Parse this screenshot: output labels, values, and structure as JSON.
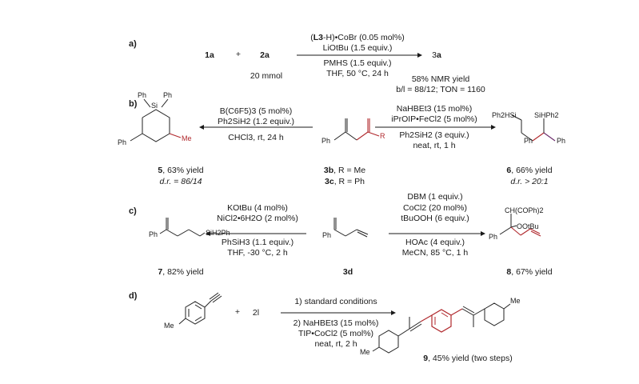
{
  "panels": {
    "a": {
      "label": "a)",
      "reactant1": "1a",
      "plus": "+",
      "reactant2": "2a",
      "reactant2_amount": "20 mmol",
      "cond1_pre": "(",
      "cond1_bold": "L3",
      "cond1_post": "-H)•CoBr (0.05 mol%)",
      "cond2": "LiOtBu (1.5 equiv.)",
      "cond3": "PMHS (1.5 equiv.)",
      "cond4": "THF, 50 °C, 24 h",
      "product_pre": "3",
      "product_bold": "a",
      "yield": "58% NMR yield",
      "selectivity": "b/l = 88/12; TON = 1160"
    },
    "b": {
      "label": "b)",
      "left_cond1": "B(C6F5)3 (5 mol%)",
      "left_cond2": "Ph2SiH2 (1.2 equiv.)",
      "left_cond3": "CHCl3, rt, 24 h",
      "left_product": "5",
      "left_yield": ", 63% yield",
      "left_dr": "d.r. = 86/14",
      "center_3b": "3b",
      "center_3b_text": ", R = Me",
      "center_3c": "3c",
      "center_3c_text": ", R = Ph",
      "right_cond1": "NaHBEt3 (15 mol%)",
      "right_cond2": "iPrOIP•FeCl2 (5 mol%)",
      "right_cond3": "Ph2SiH2 (3 equiv.)",
      "right_cond4": "neat, rt, 1 h",
      "right_product": "6",
      "right_yield": ", 66% yield",
      "right_dr": "d.r. > 20:1",
      "atom_ph1": "Ph",
      "atom_ph2": "Ph",
      "atom_si": "Si",
      "atom_ph3": "Ph",
      "atom_me": "Me",
      "atom_ph_center": "Ph",
      "atom_r": "R",
      "atom_ph2hsi": "Ph2HSi",
      "atom_sihph2": "SiHPh2",
      "atom_ph_r1": "Ph",
      "atom_ph_r2": "Ph"
    },
    "c": {
      "label": "c)",
      "left_cond1": "KOtBu (4 mol%)",
      "left_cond2": "NiCl2•6H2O (2 mol%)",
      "left_cond3": "PhSiH3 (1.1 equiv.)",
      "left_cond4": "THF, -30 °C, 2 h",
      "left_product": "7",
      "left_yield": ", 82% yield",
      "center": "3d",
      "right_cond1": "DBM (1 equiv.)",
      "right_cond2": "CoCl2 (20 mol%)",
      "right_cond3": "tBuOOH (6 equiv.)",
      "right_cond4": "HOAc (4 equiv.)",
      "right_cond5": "MeCN, 85 °C, 1 h",
      "right_product": "8",
      "right_yield": ", 67% yield",
      "atom_ph_left": "Ph",
      "atom_sih2ph": "SiH2Ph",
      "atom_ph_center": "Ph",
      "atom_ch": "CH(COPh)2",
      "atom_ootbu": "OOtBu",
      "atom_ph_right": "Ph"
    },
    "d": {
      "label": "d)",
      "plus": "+",
      "reagent": "2l",
      "step1": "1) standard conditions",
      "step2": "2) NaHBEt3 (15 mol%)",
      "step3": "TIP•CoCl2 (5 mol%)",
      "step4": "neat, rt, 2 h",
      "product": "9",
      "yield": ", 45% yield (two steps)",
      "atom_me_left": "Me",
      "atom_me_p1": "Me",
      "atom_me_p2": "Me"
    }
  }
}
